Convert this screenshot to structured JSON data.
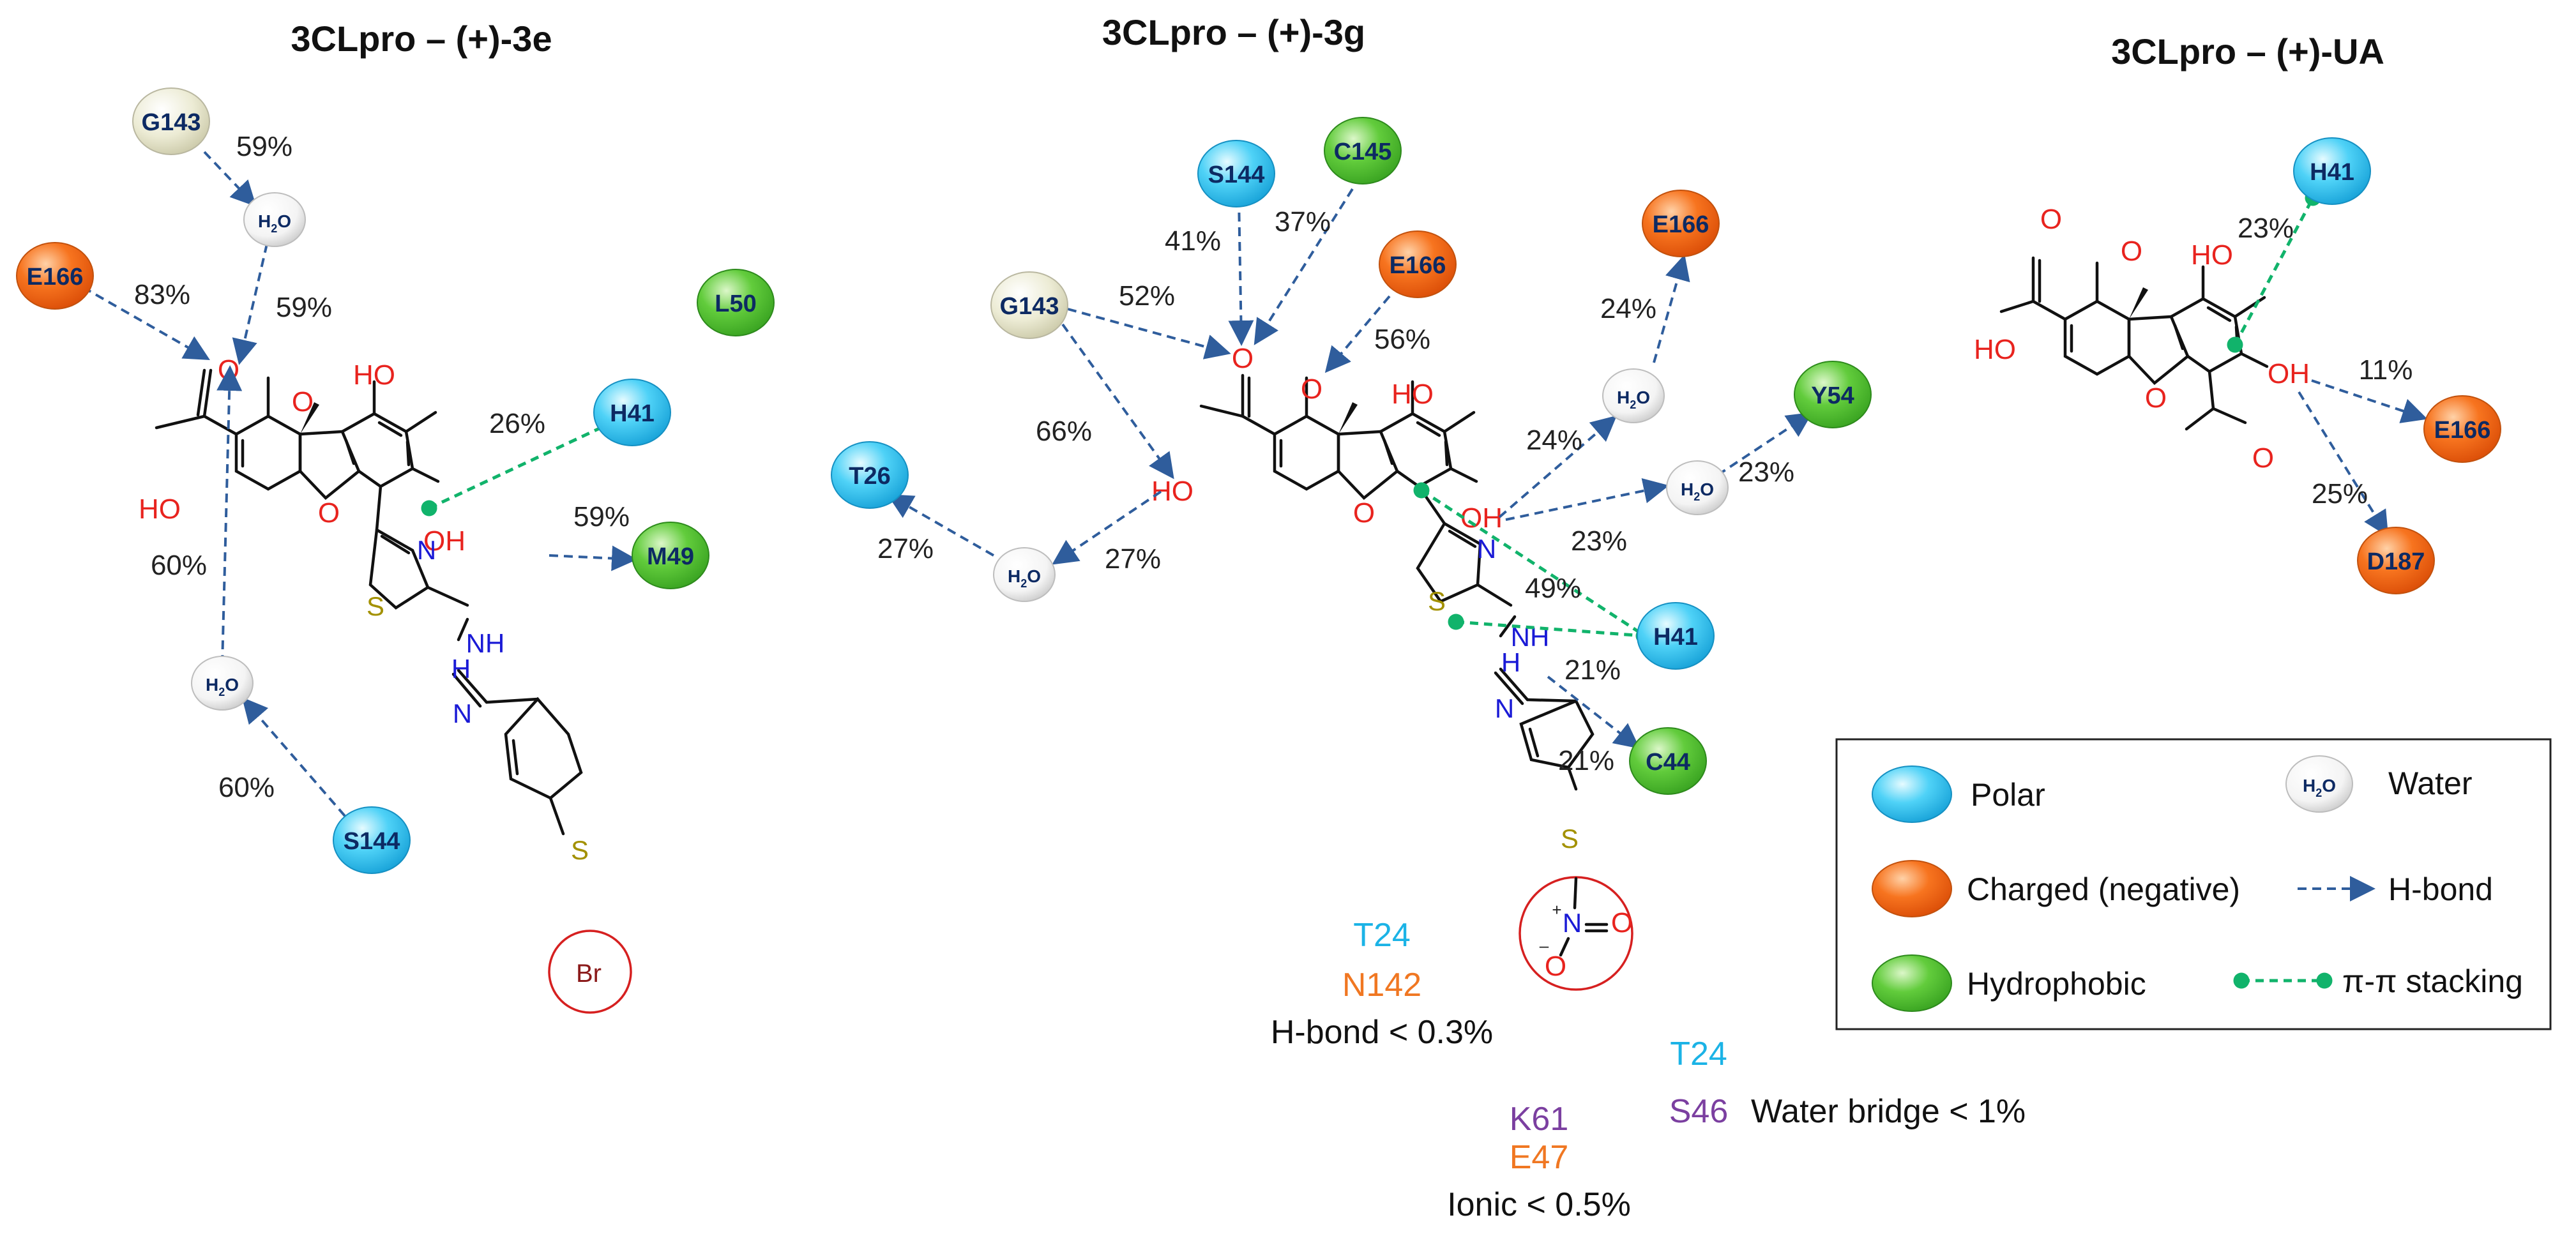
{
  "titles": {
    "left": "3CLpro – (+)-3e",
    "middle": "3CLpro – (+)-3g",
    "right": "3CLpro – (+)-UA"
  },
  "colors": {
    "polar": "#35c4ee",
    "charged": "#f06a1c",
    "hydrophobic": "#55c73a",
    "glycine": "#e9e8d2",
    "water": "#ffffff",
    "hbond": "#2f5d9c",
    "pi_stacking": "#11b36b",
    "oxygen": "#e8231e",
    "nitrogen": "#1a1ad6",
    "sulfur": "#a39100",
    "bromine": "#8b1a1a",
    "note_polar": "#1bb3e6",
    "note_charged": "#f07722",
    "note_purple": "#7b3fa0"
  },
  "atoms": {
    "O": "O",
    "OH": "OH",
    "HO": "HO",
    "N": "N",
    "NH": "NH",
    "HN": "H",
    "S": "S",
    "Br": "Br",
    "plus": "+",
    "minus": "–"
  },
  "water": {
    "main": "H",
    "sub": "2",
    "tail": "O"
  },
  "residues_left": {
    "G143": "G143",
    "E166": "E166",
    "L50": "L50",
    "H41": "H41",
    "M49": "M49",
    "S144": "S144"
  },
  "pct_left": {
    "g143_w": "59%",
    "w_o": "59%",
    "e166": "83%",
    "h41": "26%",
    "m49": "59%",
    "ho": "60%",
    "s144": "60%"
  },
  "residues_middle": {
    "S144": "S144",
    "C145": "C145",
    "E166a": "E166",
    "G143": "G143",
    "E166b": "E166",
    "Y54": "Y54",
    "T26": "T26",
    "H41": "H41",
    "C44": "C44"
  },
  "pct_middle": {
    "s144": "41%",
    "c145": "37%",
    "g143_o": "52%",
    "e166": "56%",
    "g143_ho": "66%",
    "e166b": "24%",
    "w1": "24%",
    "y54": "23%",
    "w2": "23%",
    "t26": "27%",
    "w3": "27%",
    "h41a": "49%",
    "h41b": "21%",
    "c44": "21%"
  },
  "residues_right": {
    "H41": "H41",
    "E166": "E166",
    "D187": "D187"
  },
  "pct_right": {
    "h41": "23%",
    "e166": "11%",
    "d187": "25%"
  },
  "notes": {
    "t24a": "T24",
    "n142": "N142",
    "hbond": "H-bond < 0.3%",
    "t24b": "T24",
    "s46": "S46",
    "water_bridge": "Water bridge < 1%",
    "k61": "K61",
    "e47": "E47",
    "ionic": "Ionic < 0.5%"
  },
  "legend": {
    "polar": "Polar",
    "charged": "Charged  (negative)",
    "hydrophobic": "Hydrophobic",
    "water": "Water",
    "hbond": "H-bond",
    "pi": "π-π stacking"
  }
}
